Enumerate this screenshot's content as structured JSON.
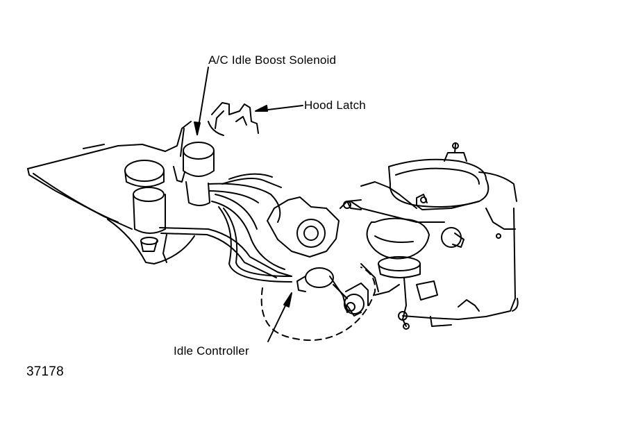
{
  "labels": {
    "ac_idle_boost_solenoid": "A/C Idle Boost Solenoid",
    "hood_latch": "Hood Latch",
    "idle_controller": "Idle Controller",
    "figure_number": "37178"
  }
}
